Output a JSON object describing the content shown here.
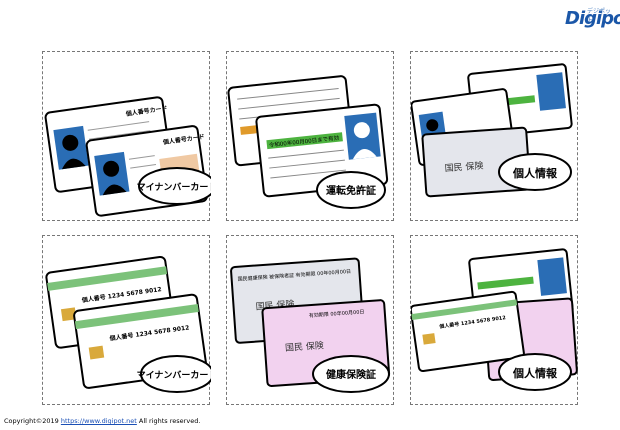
{
  "brand": {
    "logo_text": "Digipot",
    "logo_sub": "デジポット"
  },
  "panels": [
    {
      "label": "マイナンバーカード",
      "card_title": "個人番号カード"
    },
    {
      "label": "運転免許証",
      "card_band": "令和00年00月00日まで有効"
    },
    {
      "label": "個人情報",
      "card_title": "国民 保険"
    },
    {
      "label": "マイナンバーカード",
      "card_number": "個人番号 1234 5678 9012"
    },
    {
      "label": "健康保険証",
      "card_title": "国民 保険",
      "card_head": "国民健康保険 被保険者証",
      "card_valid": "有効期限 00年00月00日"
    },
    {
      "label": "個人情報",
      "card_number": "個人番号 1234 5678 9012"
    }
  ],
  "footer": {
    "prefix": "Copyright©2019 ",
    "link": "https://www.digipot.net",
    "suffix": " All rights reserved."
  }
}
